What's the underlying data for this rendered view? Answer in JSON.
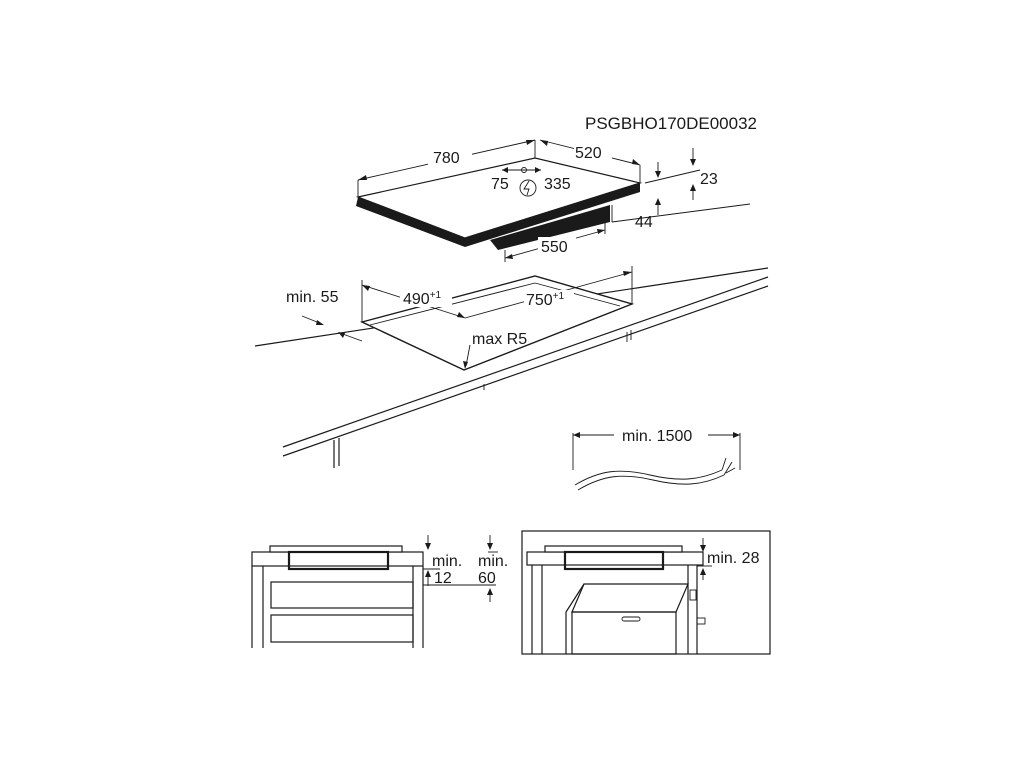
{
  "code": "PSGBHO170DE00032",
  "hob": {
    "width": "780",
    "depth": "520",
    "thickness": "23",
    "height": "44",
    "box_width": "550",
    "cable_offset_a": "75",
    "cable_offset_b": "335"
  },
  "cutout": {
    "side_min": "min. 55",
    "depth": "490",
    "depth_tol": "+1",
    "width": "750",
    "width_tol": "+1",
    "radius": "max R5"
  },
  "cable": {
    "length": "min. 1500"
  },
  "left_section": {
    "min_a_label": "min.",
    "min_a_value": "12",
    "min_b_label": "min.",
    "min_b_value": "60"
  },
  "right_section": {
    "min_label": "min. 28"
  }
}
